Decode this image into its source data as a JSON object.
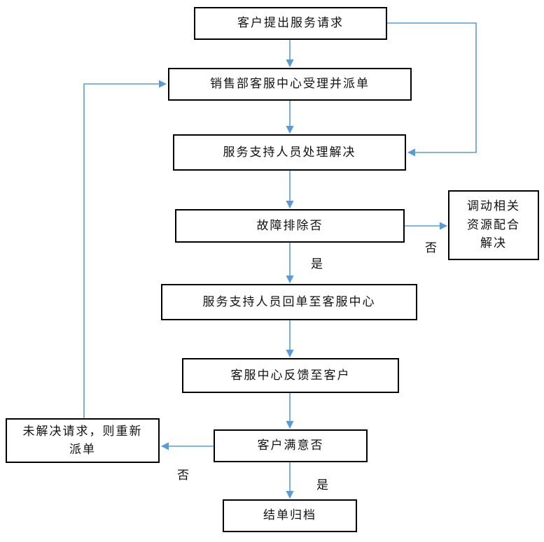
{
  "diagram": {
    "type": "flowchart",
    "arrow_color": "#5b9bd5",
    "nodes": {
      "request": {
        "label": "客户提出服务请求"
      },
      "dispatch": {
        "label": "销售部客服中心受理并派单"
      },
      "handle": {
        "label": "服务支持人员处理解决"
      },
      "fault_check": {
        "label": "故障排除否"
      },
      "resources": {
        "label": "调动相关\n资源配合\n解决"
      },
      "return_order": {
        "label": "服务支持人员回单至客服中心"
      },
      "feedback": {
        "label": "客服中心反馈至客户"
      },
      "redispatch": {
        "label": "未解决请求，则重新\n派单"
      },
      "satisfaction": {
        "label": "客户满意否"
      },
      "archive": {
        "label": "结单归档"
      }
    },
    "edge_labels": {
      "fault_yes": "是",
      "fault_no": "否",
      "satisfied_yes": "是",
      "satisfied_no": "否"
    }
  }
}
